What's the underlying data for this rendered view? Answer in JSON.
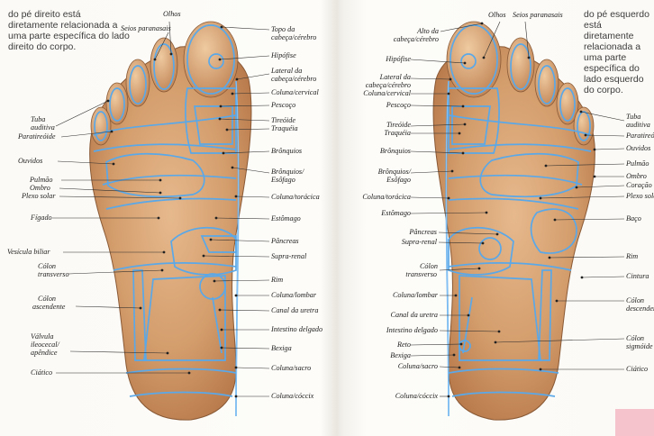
{
  "intro": {
    "right_foot": "do pé direito está diretamente relacionada a uma parte específica do lado direito do corpo.",
    "left_foot": "do pé esquerdo está diretamente relacionada a uma parte específica do lado esquerdo do corpo."
  },
  "labels_right_foot": {
    "olhos": "Olhos",
    "seios_paranasais": "Seios paranasais",
    "topo_cabeca_1": "Topo da",
    "topo_cabeca_2": "cabeça/cérebro",
    "hipofise": "Hipófise",
    "lateral_cabeca_1": "Lateral da",
    "lateral_cabeca_2": "cabeça/cérebro",
    "coluna_cervical": "Coluna/cervical",
    "pescoco": "Pescoço",
    "tireoide": "Tireóide",
    "traqueia": "Traquéia",
    "bronquios": "Brônquios",
    "bronquios_esofago_1": "Brônquios/",
    "bronquios_esofago_2": "Esôfago",
    "coluna_toracica": "Coluna/torácica",
    "estomago": "Estômago",
    "pancreas": "Pâncreas",
    "supra_renal": "Supra-renal",
    "rim": "Rim",
    "coluna_lombar": "Coluna/lombar",
    "canal_uretra": "Canal da uretra",
    "intestino_delgado": "Intestino delgado",
    "bexiga": "Bexiga",
    "coluna_sacro": "Coluna/sacro",
    "coluna_coccix": "Coluna/cóccix",
    "tuba_auditiva_1": "Tuba",
    "tuba_auditiva_2": "auditiva",
    "paratireoide": "Paratireóide",
    "ouvidos": "Ouvidos",
    "pulmao": "Pulmão",
    "ombro": "Ombro",
    "plexo_solar": "Plexo solar",
    "figado": "Fígado",
    "vesicula_biliar": "Vesícula biliar",
    "colon_transverso_1": "Cólon",
    "colon_transverso_2": "transverso",
    "colon_ascendente_1": "Cólon",
    "colon_ascendente_2": "ascendente",
    "valvula_ileocecal_1": "Válvula",
    "valvula_ileocecal_2": "ileocecal/",
    "valvula_ileocecal_3": "apêndice",
    "ciatico": "Ciático"
  },
  "labels_left_foot": {
    "olhos": "Olhos",
    "seios_paranasais": "Seios paranasais",
    "alto_cabeca_1": "Alto da",
    "alto_cabeca_2": "cabeça/cérebro",
    "hipofise": "Hipófise",
    "lateral_cabeca_1": "Lateral da",
    "lateral_cabeca_2": "cabeça/cérebro",
    "coluna_cervical": "Coluna/cervical",
    "pescoco": "Pescoço",
    "tireoide": "Tireóide",
    "traqueia": "Traquéia",
    "bronquios": "Brônquios",
    "bronquios_esofago_1": "Brônquios/",
    "bronquios_esofago_2": "Esôfago",
    "coluna_toracica": "Coluna/torácica",
    "estomago": "Estômago",
    "pancreas": "Pâncreas",
    "supra_renal": "Supra-renal",
    "colon_transverso_1": "Cólon",
    "colon_transverso_2": "transverso",
    "coluna_lombar": "Coluna/lombar",
    "canal_uretra": "Canal da uretra",
    "intestino_delgado": "Intestino delgado",
    "reto": "Reto",
    "bexiga": "Bexiga",
    "coluna_sacro": "Coluna/sacro",
    "coluna_coccix": "Coluna/cóccix",
    "tuba_auditiva_1": "Tuba",
    "tuba_auditiva_2": "auditiva",
    "paratireoide": "Paratireóide",
    "ouvidos": "Ouvidos",
    "pulmao": "Pulmão",
    "ombro": "Ombro",
    "coracao": "Coração",
    "plexo_solar": "Plexo solar",
    "baco": "Baço",
    "rim": "Rim",
    "cintura": "Cintura",
    "colon_descendente_1": "Cólon",
    "colon_descendente_2": "descendente",
    "colon_sigmoide_1": "Cólon",
    "colon_sigmoide_2": "sigmóide",
    "ciatico": "Ciático"
  },
  "colors": {
    "zone_line": "#5aa8e8",
    "skin": "#d49d6c",
    "page_tab": "#f4c3cc"
  }
}
